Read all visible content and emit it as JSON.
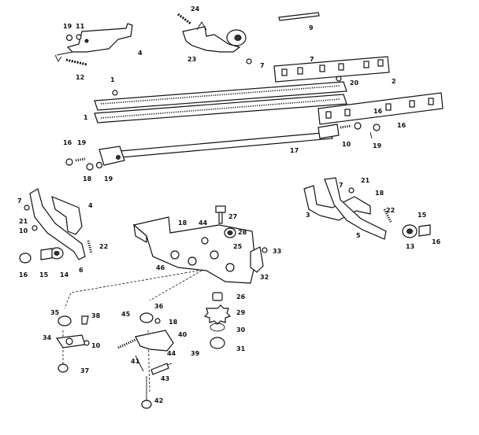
{
  "callouts": [
    {
      "id": "c-24a",
      "text": "24"
    },
    {
      "id": "c-9a",
      "text": "9"
    },
    {
      "id": "c-19a",
      "text": "19"
    },
    {
      "id": "c-11a",
      "text": "11"
    },
    {
      "id": "c-4a",
      "text": "4"
    },
    {
      "id": "c-12a",
      "text": "12"
    },
    {
      "id": "c-23a",
      "text": "23"
    },
    {
      "id": "c-7a",
      "text": "7"
    },
    {
      "id": "c-7b",
      "text": "7"
    },
    {
      "id": "c-20a",
      "text": "20"
    },
    {
      "id": "c-2a",
      "text": "2"
    },
    {
      "id": "c-1a",
      "text": "1"
    },
    {
      "id": "c-1b",
      "text": "1"
    },
    {
      "id": "c-16a",
      "text": "16"
    },
    {
      "id": "c-16b",
      "text": "16"
    },
    {
      "id": "c-10a",
      "text": "10"
    },
    {
      "id": "c-19b",
      "text": "19"
    },
    {
      "id": "c-16c",
      "text": "16"
    },
    {
      "id": "c-19c",
      "text": "19"
    },
    {
      "id": "c-17a",
      "text": "17"
    },
    {
      "id": "c-18a",
      "text": "18"
    },
    {
      "id": "c-19d",
      "text": "19"
    },
    {
      "id": "c-7c",
      "text": "7"
    },
    {
      "id": "c-4b",
      "text": "4"
    },
    {
      "id": "c-21a",
      "text": "21"
    },
    {
      "id": "c-10b",
      "text": "10"
    },
    {
      "id": "c-22a",
      "text": "22"
    },
    {
      "id": "c-16d",
      "text": "16"
    },
    {
      "id": "c-15a",
      "text": "15"
    },
    {
      "id": "c-14a",
      "text": "14"
    },
    {
      "id": "c-6a",
      "text": "6"
    },
    {
      "id": "c-18b",
      "text": "18"
    },
    {
      "id": "c-44a",
      "text": "44"
    },
    {
      "id": "c-27a",
      "text": "27"
    },
    {
      "id": "c-28a",
      "text": "28"
    },
    {
      "id": "c-25a",
      "text": "25"
    },
    {
      "id": "c-33a",
      "text": "33"
    },
    {
      "id": "c-46a",
      "text": "46"
    },
    {
      "id": "c-32a",
      "text": "32"
    },
    {
      "id": "c-7d",
      "text": "7"
    },
    {
      "id": "c-21b",
      "text": "21"
    },
    {
      "id": "c-18c",
      "text": "18"
    },
    {
      "id": "c-3a",
      "text": "3"
    },
    {
      "id": "c-22b",
      "text": "22"
    },
    {
      "id": "c-15b",
      "text": "15"
    },
    {
      "id": "c-5a",
      "text": "5"
    },
    {
      "id": "c-13a",
      "text": "13"
    },
    {
      "id": "c-16e",
      "text": "16"
    },
    {
      "id": "c-26a",
      "text": "26"
    },
    {
      "id": "c-29a",
      "text": "29"
    },
    {
      "id": "c-30a",
      "text": "30"
    },
    {
      "id": "c-31a",
      "text": "31"
    },
    {
      "id": "c-35a",
      "text": "35"
    },
    {
      "id": "c-38a",
      "text": "38"
    },
    {
      "id": "c-34a",
      "text": "34"
    },
    {
      "id": "c-10c",
      "text": "10"
    },
    {
      "id": "c-37a",
      "text": "37"
    },
    {
      "id": "c-36a",
      "text": "36"
    },
    {
      "id": "c-45a",
      "text": "45"
    },
    {
      "id": "c-18d",
      "text": "18"
    },
    {
      "id": "c-40a",
      "text": "40"
    },
    {
      "id": "c-41a",
      "text": "41"
    },
    {
      "id": "c-44b",
      "text": "44"
    },
    {
      "id": "c-39a",
      "text": "39"
    },
    {
      "id": "c-43a",
      "text": "43"
    },
    {
      "id": "c-42a",
      "text": "42"
    }
  ]
}
